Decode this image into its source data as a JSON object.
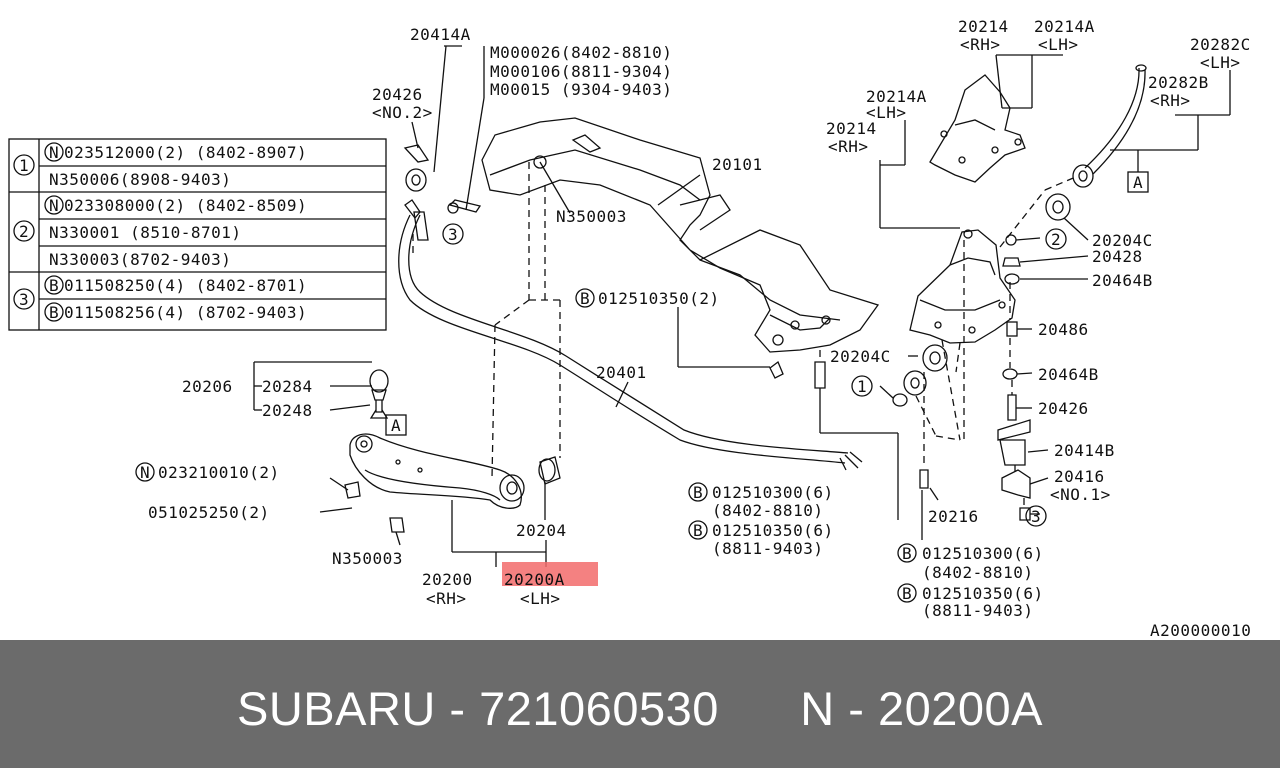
{
  "legend_table": [
    {
      "num": "1",
      "rows": [
        {
          "mark": "N",
          "text": "023512000(2) (8402-8907)"
        },
        {
          "mark": "",
          "text": "N350006(8908-9403)"
        }
      ]
    },
    {
      "num": "2",
      "rows": [
        {
          "mark": "N",
          "text": "023308000(2) (8402-8509)"
        },
        {
          "mark": "",
          "text": "N330001 (8510-8701)"
        },
        {
          "mark": "",
          "text": "N330003(8702-9403)"
        }
      ]
    },
    {
      "num": "3",
      "rows": [
        {
          "mark": "B",
          "text": "011508250(4) (8402-8701)"
        },
        {
          "mark": "B",
          "text": "011508256(4) (8702-9403)"
        }
      ]
    }
  ],
  "labels": {
    "p20414A_top": "20414A",
    "m000026": "M000026(8402-8810)",
    "m000106": "M000106(8811-9304)",
    "m00015": "M00015 (9304-9403)",
    "p20426_top": "20426",
    "no2": "<NO.2>",
    "p20101": "20101",
    "n350003_top": "N350003",
    "b012510350_top": "012510350(2)",
    "p20401": "20401",
    "p20206": "20206",
    "p20284": "20284",
    "p20248": "20248",
    "n023210010": "023210010(2)",
    "p051025250": "051025250(2)",
    "n350003_bot": "N350003",
    "p20204": "20204",
    "p20200": "20200",
    "rh_20200": "<RH>",
    "p20200A": "20200A",
    "lh_20200A": "<LH>",
    "b012510300_mid": "012510300(6)",
    "range_8402_8810_mid": "(8402-8810)",
    "b012510350_mid": "012510350(6)",
    "range_8811_9403_mid": "(8811-9403)",
    "p20214": "20214",
    "p20214A_top": "20214A",
    "rh_20214_top": "<RH>",
    "lh_20214A_top": "<LH>",
    "p20282C": "20282C",
    "lh_20282C": "<LH>",
    "p20282B": "20282B",
    "rh_20282B": "<RH>",
    "p20214A_mid": "20214A",
    "lh_20214A_mid": "<LH>",
    "p20214_mid": "20214",
    "rh_20214_mid": "<RH>",
    "ref_A": "A",
    "p20204C_right": "20204C",
    "p20428": "20428",
    "p20464B_top": "20464B",
    "p20486": "20486",
    "p20204C_mid": "20204C",
    "p20464B_mid": "20464B",
    "p20426_right": "20426",
    "p20414B": "20414B",
    "p20416": "20416",
    "no1": "<NO.1>",
    "p20216": "20216",
    "b012510300_right": "012510300(6)",
    "range_8402_8810_right": "(8402-8810)",
    "b012510350_right": "012510350(6)",
    "range_8811_9403_right": "(8811-9403)",
    "diagram_code": "A200000010",
    "callout_1": "1",
    "callout_2": "2",
    "callout_3": "3",
    "mark_B": "B",
    "mark_N": "N"
  },
  "highlight_color": "#f26b6b",
  "footer": {
    "brand": "SUBARU",
    "dash1": " - ",
    "part_number": "721060530",
    "gap": "      ",
    "n_label": "N",
    "dash2": " - ",
    "ref_code": "20200A"
  }
}
